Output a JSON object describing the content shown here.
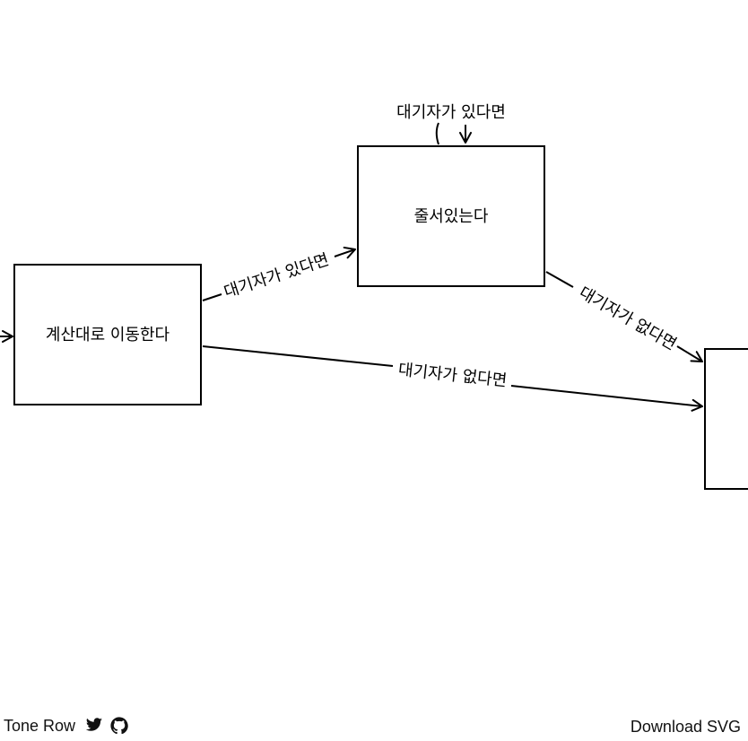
{
  "diagram": {
    "nodes": {
      "checkout": "계산대로 이동한다",
      "queueing": "줄서있는다"
    },
    "edges": {
      "checkout_to_queue": "대기자가 있다면",
      "queue_self_loop": "대기자가 있다면",
      "queue_to_next": "대기자가 없다면",
      "checkout_to_next": "대기자가 없다면"
    }
  },
  "footer": {
    "brand": "Tone Row",
    "icons": [
      "twitter-icon",
      "github-icon"
    ],
    "download_label": "Download SVG"
  }
}
